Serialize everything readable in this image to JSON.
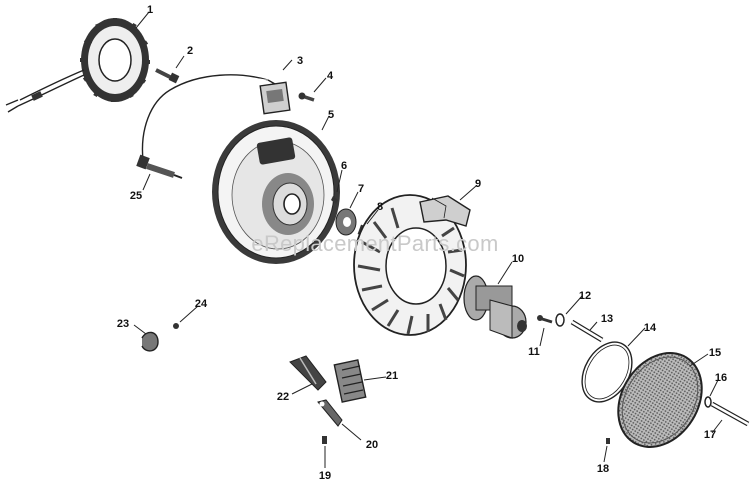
{
  "watermark": "eReplacementParts.com",
  "parts": [
    {
      "id": "p1",
      "label": "1"
    },
    {
      "id": "p2",
      "label": "2"
    },
    {
      "id": "p3",
      "label": "3"
    },
    {
      "id": "p4",
      "label": "4"
    },
    {
      "id": "p5",
      "label": "5"
    },
    {
      "id": "p6",
      "label": "6"
    },
    {
      "id": "p7",
      "label": "7"
    },
    {
      "id": "p8",
      "label": "8"
    },
    {
      "id": "p9",
      "label": "9"
    },
    {
      "id": "p10",
      "label": "10"
    },
    {
      "id": "p11",
      "label": "11"
    },
    {
      "id": "p12",
      "label": "12"
    },
    {
      "id": "p13",
      "label": "13"
    },
    {
      "id": "p14",
      "label": "14"
    },
    {
      "id": "p15",
      "label": "15"
    },
    {
      "id": "p16",
      "label": "16"
    },
    {
      "id": "p17",
      "label": "17"
    },
    {
      "id": "p18",
      "label": "18"
    },
    {
      "id": "p19",
      "label": "19"
    },
    {
      "id": "p20",
      "label": "20"
    },
    {
      "id": "p21",
      "label": "21"
    },
    {
      "id": "p22",
      "label": "22"
    },
    {
      "id": "p23",
      "label": "23"
    },
    {
      "id": "p24",
      "label": "24"
    },
    {
      "id": "p25",
      "label": "25"
    }
  ]
}
